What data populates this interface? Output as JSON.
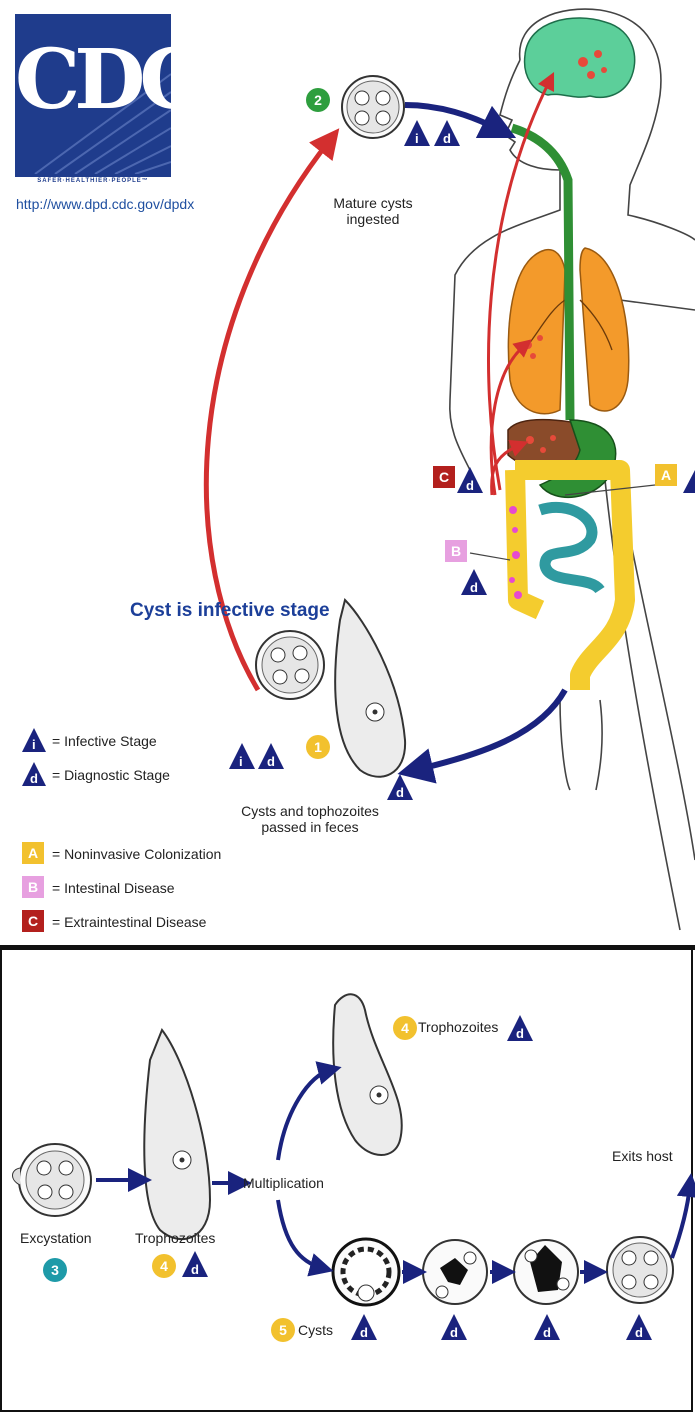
{
  "logo": {
    "text": "CDC",
    "tagline": "SAFER·HEALTHIER·PEOPLE™"
  },
  "url": "http://www.dpd.cdc.gov/dpdx",
  "title": "Cyst is infective stage",
  "steps": {
    "s1": {
      "number": "1",
      "caption_line1": "Cysts and tophozoites",
      "caption_line2": "passed in feces"
    },
    "s2": {
      "number": "2",
      "caption_line1": "Mature cysts",
      "caption_line2": "ingested"
    },
    "s3": {
      "number": "3",
      "caption": "Excystation"
    },
    "s4a": {
      "number": "4",
      "caption": "Trophozoites"
    },
    "s4b": {
      "number": "4",
      "caption": "Trophozoites"
    },
    "s5": {
      "number": "5",
      "caption": "Cysts"
    },
    "multiplication": "Multiplication",
    "exits": "Exits host"
  },
  "markers": {
    "infective": "i",
    "diagnostic": "d",
    "A": "A",
    "B": "B",
    "C": "C"
  },
  "legend": {
    "infective": "= Infective Stage",
    "diagnostic": "= Diagnostic Stage",
    "A": "= Noninvasive Colonization",
    "B": "= Intestinal Disease",
    "C": "= Extraintestinal Disease"
  },
  "colors": {
    "brand_blue": "#1f3c8c",
    "arrow_blue": "#1a237e",
    "arrow_red": "#d32f2f",
    "step_green": "#2e9e3e",
    "step_yellow": "#f2c12e",
    "step_teal": "#1e9aa8",
    "marker_A": "#f2c12e",
    "marker_B": "#e7a0e0",
    "marker_C": "#b3201d",
    "brain": "#5ccf9a",
    "lungs": "#f39a2b",
    "liver": "#8a4b2a",
    "stomach": "#2f8f34",
    "large_intestine": "#f4cc2e",
    "small_intestine": "#2f9aa0"
  }
}
